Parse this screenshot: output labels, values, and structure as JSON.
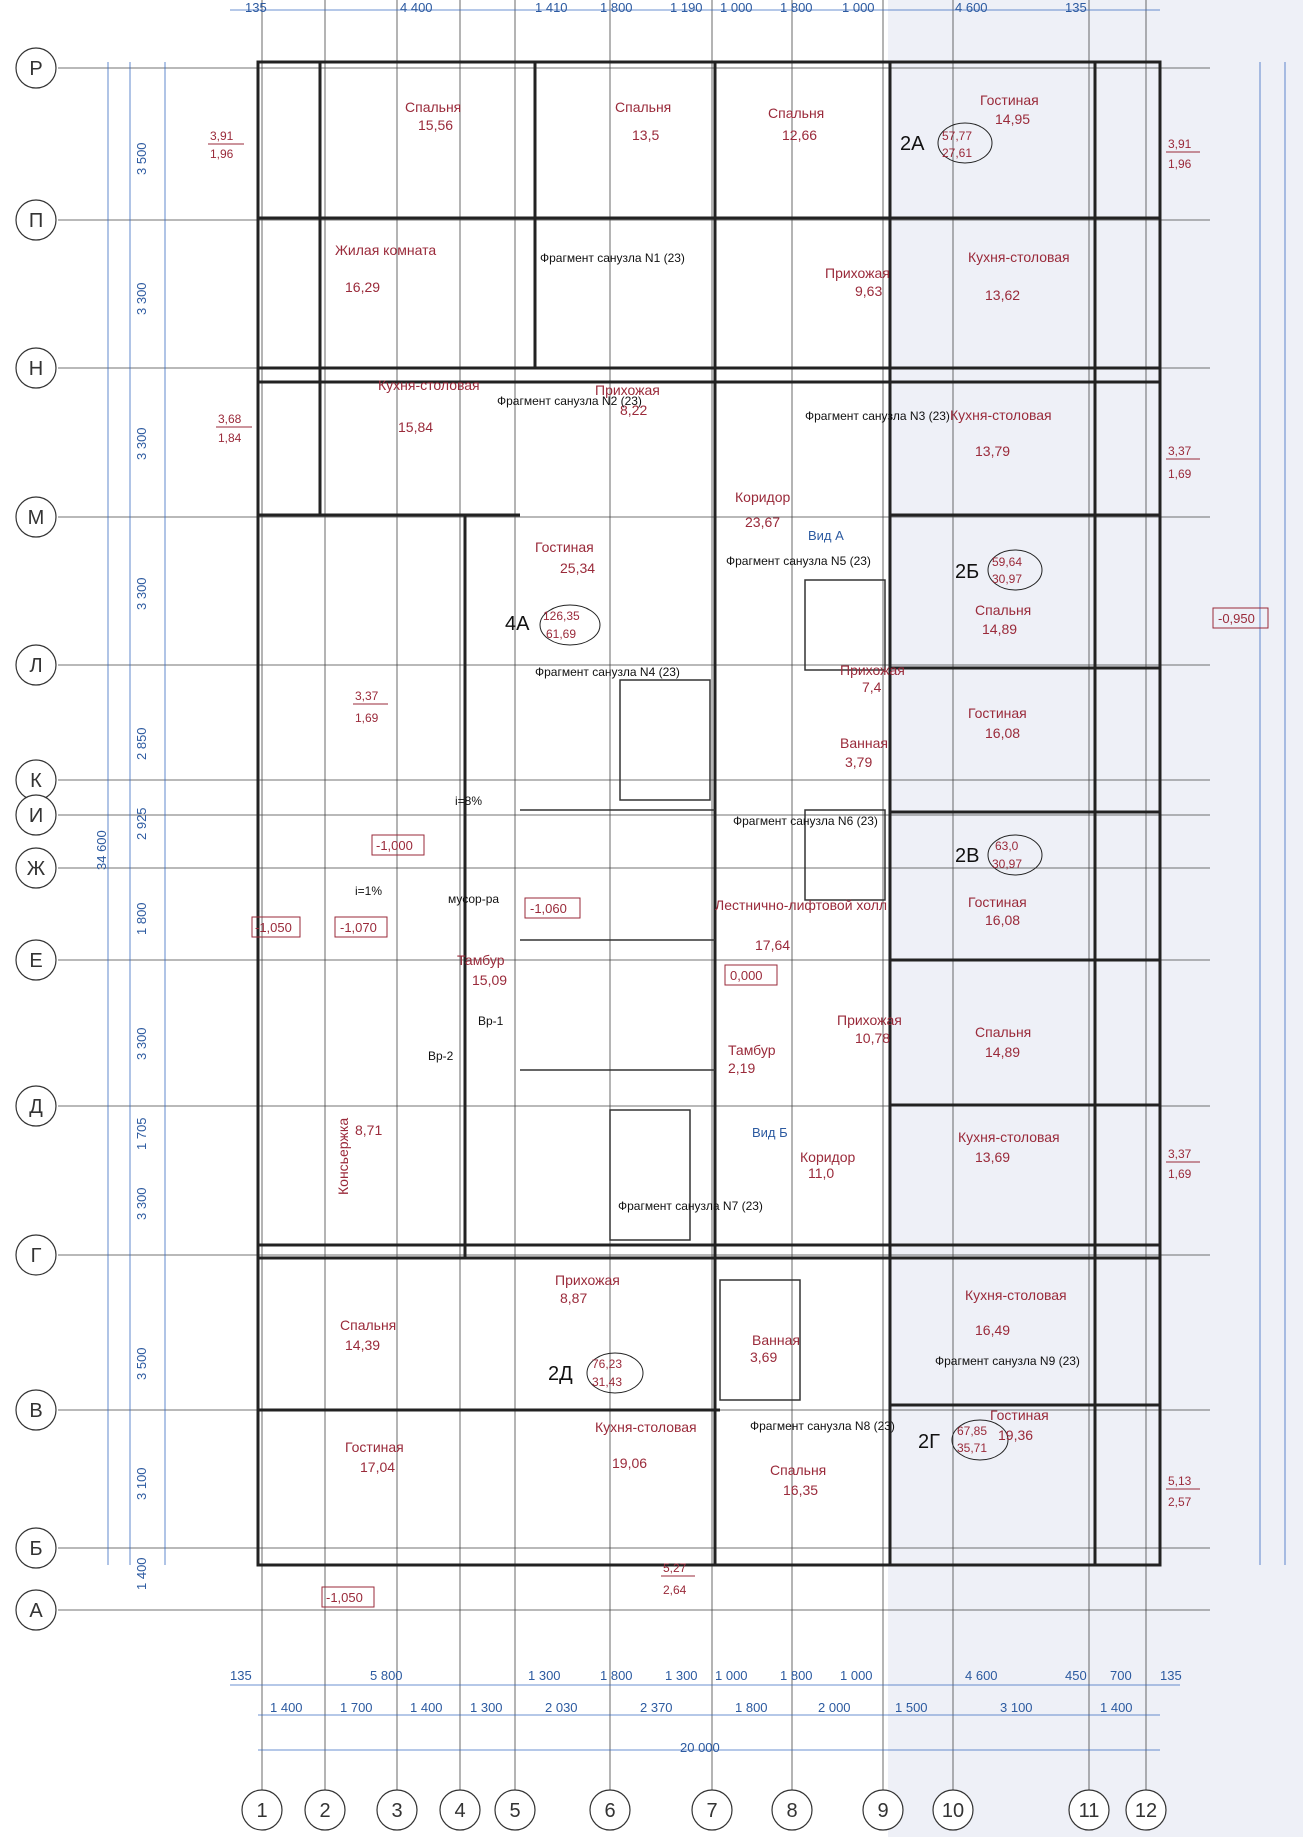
{
  "axes": {
    "columns": [
      "1",
      "2",
      "3",
      "4",
      "5",
      "6",
      "7",
      "8",
      "9",
      "10",
      "11",
      "12"
    ],
    "rows": [
      "Р",
      "П",
      "Н",
      "М",
      "Л",
      "К",
      "И",
      "Ж",
      "Е",
      "Д",
      "Г",
      "В",
      "Б",
      "А"
    ]
  },
  "apartments": [
    {
      "id": "2А",
      "total": "57,77",
      "living": "27,61"
    },
    {
      "id": "4А",
      "total": "126,35",
      "living": "61,69"
    },
    {
      "id": "2Б",
      "total": "59,64",
      "living": "30,97"
    },
    {
      "id": "2В",
      "total": "63,0",
      "living": "30,97"
    },
    {
      "id": "2Д",
      "total": "76,23",
      "living": "31,43"
    },
    {
      "id": "2Г",
      "total": "67,85",
      "living": "35,71"
    }
  ],
  "rooms": [
    {
      "name": "Спальня",
      "area": "15,56"
    },
    {
      "name": "Спальня",
      "area": "13,5"
    },
    {
      "name": "Спальня",
      "area": "12,66"
    },
    {
      "name": "Гостиная",
      "area": "14,95"
    },
    {
      "name": "Жилая комната",
      "area": "16,29"
    },
    {
      "name": "Кухня-столовая",
      "area": "13,62"
    },
    {
      "name": "Кухня-столовая",
      "area": "15,84"
    },
    {
      "name": "Прихожая",
      "area": "8,22"
    },
    {
      "name": "Прихожая",
      "area": "9,63"
    },
    {
      "name": "Кухня-столовая",
      "area": "13,79"
    },
    {
      "name": "Гостиная",
      "area": "25,34"
    },
    {
      "name": "Коридор",
      "area": "23,67"
    },
    {
      "name": "Спальня",
      "area": "14,89"
    },
    {
      "name": "Прихожая",
      "area": "7,4"
    },
    {
      "name": "Гостиная",
      "area": "16,08"
    },
    {
      "name": "Ванная",
      "area": "3,79"
    },
    {
      "name": "Гостиная",
      "area": "16,08"
    },
    {
      "name": "Лестнично-лифтовой холл",
      "area": "17,64"
    },
    {
      "name": "Тамбур",
      "area": "15,09"
    },
    {
      "name": "Прихожая",
      "area": "10,78"
    },
    {
      "name": "Спальня",
      "area": "14,89"
    },
    {
      "name": "Тамбур",
      "area": "2,19"
    },
    {
      "name": "Консьержка",
      "area": "8,71"
    },
    {
      "name": "Коридор",
      "area": "11,0"
    },
    {
      "name": "Кухня-столовая",
      "area": "13,69"
    },
    {
      "name": "Прихожая",
      "area": "8,87"
    },
    {
      "name": "Спальня",
      "area": "14,39"
    },
    {
      "name": "Кухня-столовая",
      "area": "16,49"
    },
    {
      "name": "Гостиная",
      "area": "17,04"
    },
    {
      "name": "Кухня-столовая",
      "area": "19,06"
    },
    {
      "name": "Спальня",
      "area": "16,35"
    },
    {
      "name": "Гостиная",
      "area": "19,36"
    },
    {
      "name": "Ванная",
      "area": "3,69"
    }
  ],
  "bathroom_fragments": [
    "Фрагмент санузла N1 (23)",
    "Фрагмент санузла N2 (23)",
    "Фрагмент санузла N3 (23)",
    "Фрагмент санузла N4 (23)",
    "Фрагмент санузла N5 (23)",
    "Фрагмент санузла N6 (23)",
    "Фрагмент санузла N7 (23)",
    "Фрагмент санузла N8 (23)",
    "Фрагмент санузла N9 (23)"
  ],
  "levels": [
    "-1,050",
    "-1,070",
    "-1,060",
    "0,000",
    "-0,950",
    "-1,000",
    "-1,050"
  ],
  "balconies": [
    {
      "total": "3,91",
      "living": "1,96"
    },
    {
      "total": "3,91",
      "living": "1,96"
    },
    {
      "total": "3,68",
      "living": "1,84"
    },
    {
      "total": "3,37",
      "living": "1,69"
    },
    {
      "total": "3,37",
      "living": "1,69"
    },
    {
      "total": "3,37",
      "living": "1,69"
    },
    {
      "total": "5,27",
      "living": "2,64"
    },
    {
      "total": "5,13",
      "living": "2,57"
    }
  ],
  "dims_top": [
    "135",
    "4 400",
    "1 410",
    "1 800",
    "1 190",
    "1 000",
    "1 800",
    "1 000",
    "4 600",
    "135"
  ],
  "dims_bottom_1": [
    "135",
    "5 800",
    "1 300",
    "1 800",
    "1 300",
    "1 000",
    "1 800",
    "1 000",
    "4 600",
    "450",
    "700",
    "135"
  ],
  "dims_bottom_2": [
    "1 400",
    "1 700",
    "1 400",
    "1 300",
    "2 030",
    "2 370",
    "1 800",
    "2 000",
    "1 500",
    "3 100",
    "1 400"
  ],
  "dim_total_width": "20 000",
  "dim_total_height": "34 600",
  "dims_left": [
    "3 500",
    "3 300",
    "3 300",
    "3 300",
    "2 850",
    "2 925",
    "1 800",
    "3 300",
    "1 705",
    "3 300",
    "3 500",
    "3 100",
    "1 400"
  ],
  "labels_misc": [
    "мусор-ра",
    "Вр-1",
    "Вр-2",
    "i=8%",
    "i=1%",
    "Вид А",
    "Вид Б"
  ]
}
